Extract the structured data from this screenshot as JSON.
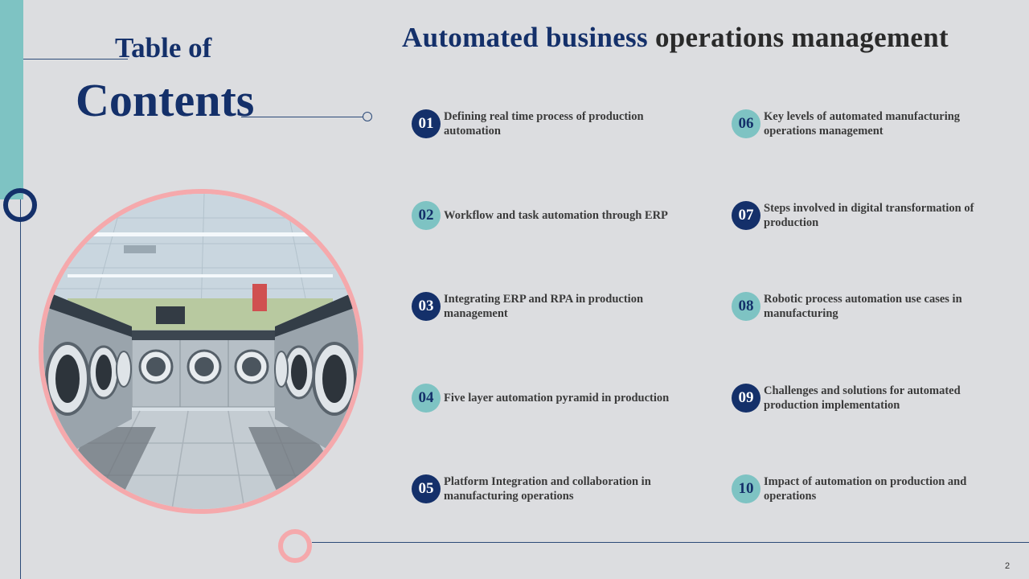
{
  "toc": {
    "line1": "Table of",
    "line2": "Contents"
  },
  "header": {
    "title_part1": "Automated business",
    "title_part2": "operations management"
  },
  "items": [
    {
      "number": "01",
      "label": "Defining real time process of production automation"
    },
    {
      "number": "02",
      "label": "Workflow and task automation through ERP"
    },
    {
      "number": "03",
      "label": "Integrating ERP and RPA in production management"
    },
    {
      "number": "04",
      "label": "Five layer automation pyramid in production"
    },
    {
      "number": "05",
      "label": "Platform Integration and collaboration in manufacturing operations"
    },
    {
      "number": "06",
      "label": "Key levels of automated manufacturing operations management"
    },
    {
      "number": "07",
      "label": "Steps involved in digital transformation of production"
    },
    {
      "number": "08",
      "label": "Robotic process automation use cases in manufacturing"
    },
    {
      "number": "09",
      "label": "Challenges and solutions for automated production implementation"
    },
    {
      "number": "10",
      "label": "Impact of automation on production and operations"
    }
  ],
  "footer": {
    "page_number": "2"
  },
  "colors": {
    "navy": "#14306a",
    "teal": "#7ec3c3",
    "pink": "#f5a9ac",
    "background": "#dcdde0"
  }
}
